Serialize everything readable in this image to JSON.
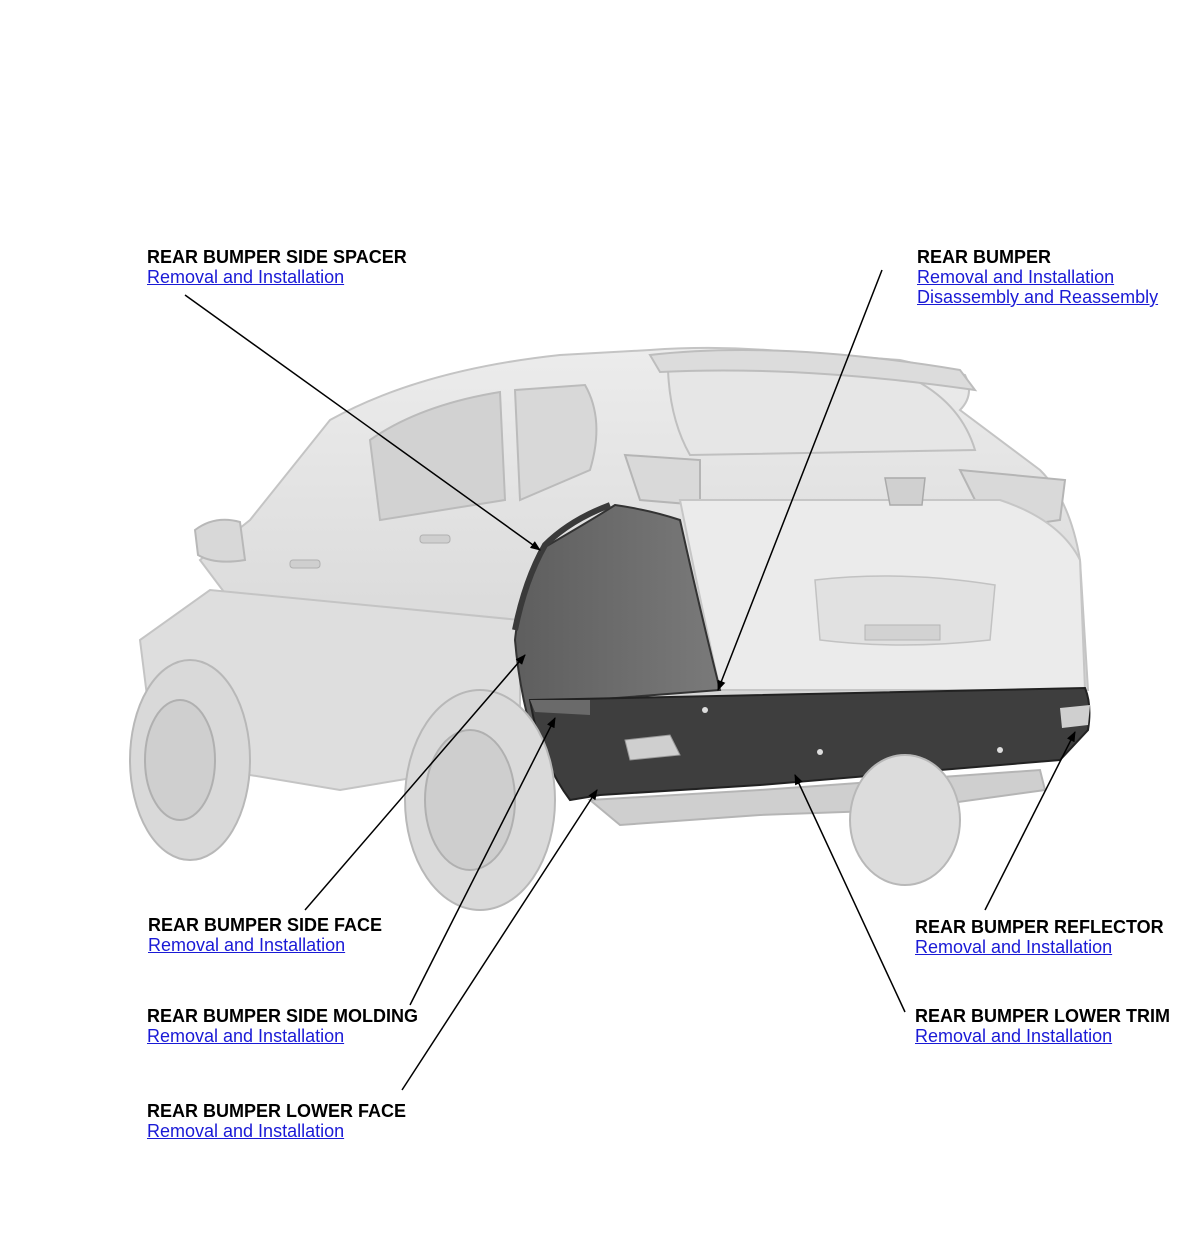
{
  "callouts": {
    "side_spacer": {
      "title": "REAR BUMPER SIDE SPACER",
      "links": [
        "Removal and Installation"
      ]
    },
    "rear_bumper": {
      "title": "REAR BUMPER",
      "links": [
        "Removal and Installation",
        "Disassembly and Reassembly"
      ]
    },
    "side_face": {
      "title": "REAR BUMPER SIDE FACE",
      "links": [
        "Removal and Installation"
      ]
    },
    "side_molding": {
      "title": "REAR BUMPER SIDE MOLDING",
      "links": [
        "Removal and Installation"
      ]
    },
    "lower_face": {
      "title": "REAR BUMPER LOWER FACE",
      "links": [
        "Removal and Installation"
      ]
    },
    "reflector": {
      "title": "REAR BUMPER REFLECTOR",
      "links": [
        "Removal and Installation"
      ]
    },
    "lower_trim": {
      "title": "REAR BUMPER LOWER TRIM",
      "links": [
        "Removal and Installation"
      ]
    }
  },
  "colors": {
    "link": "#1a1ad6",
    "body_light": "#e4e4e4",
    "body_mid": "#cfcfcf",
    "highlight_dark": "#4a4a4a"
  }
}
